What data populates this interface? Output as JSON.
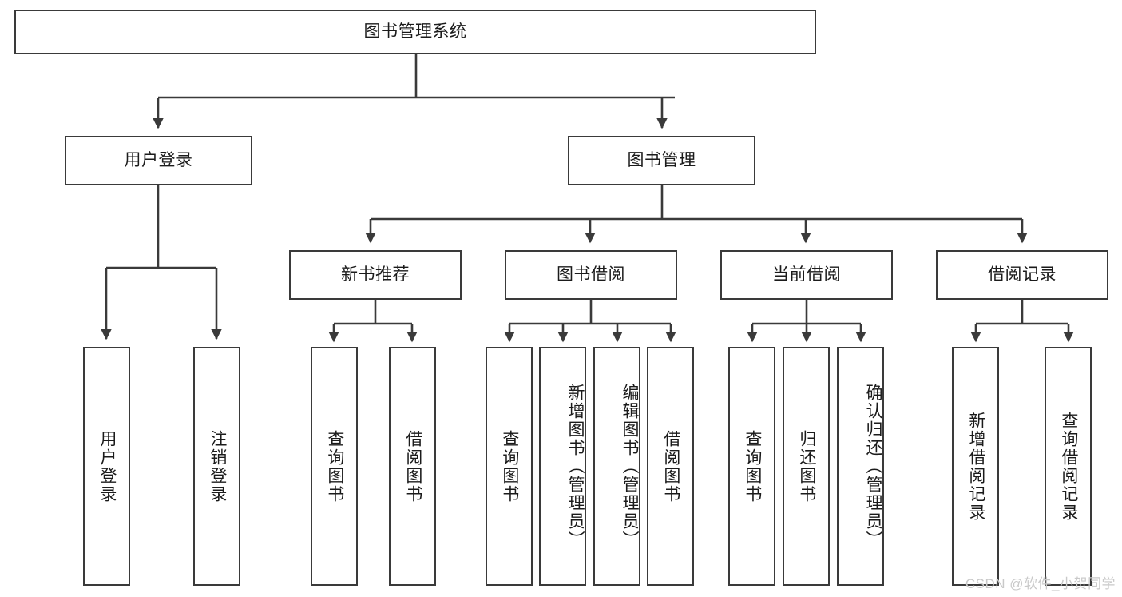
{
  "diagram": {
    "title": "图书管理系统",
    "type": "tree-hierarchy",
    "watermark": "CSDN @软件_小贺同学",
    "colors": {
      "box_border": "#3a3a3a",
      "box_fill": "#ffffff",
      "link": "#3a3a3a",
      "text": "#1b1b1b",
      "watermark": "#c9c9c9"
    },
    "root": {
      "label": "图书管理系统"
    },
    "level2": [
      {
        "id": "user-login",
        "label": "用户登录"
      },
      {
        "id": "book-manage",
        "label": "图书管理"
      }
    ],
    "level3": [
      {
        "id": "new-book-recommend",
        "label": "新书推荐"
      },
      {
        "id": "book-borrow",
        "label": "图书借阅"
      },
      {
        "id": "current-borrow",
        "label": "当前借阅"
      },
      {
        "id": "borrow-record",
        "label": "借阅记录"
      }
    ],
    "leaves": {
      "user_login": [
        {
          "id": "leaf-user-login",
          "label": "用户登录"
        },
        {
          "id": "leaf-logout-login",
          "label": "注销登录"
        }
      ],
      "new_book_recommend": [
        {
          "id": "leaf-query-book-1",
          "label": "查询图书"
        },
        {
          "id": "leaf-borrow-book-1",
          "label": "借阅图书"
        }
      ],
      "book_borrow": [
        {
          "id": "leaf-query-book-2",
          "label": "查询图书"
        },
        {
          "id": "leaf-add-book-admin",
          "label": "新增图书（管理员）"
        },
        {
          "id": "leaf-edit-book-admin",
          "label": "编辑图书（管理员）"
        },
        {
          "id": "leaf-borrow-book-2",
          "label": "借阅图书"
        }
      ],
      "current_borrow": [
        {
          "id": "leaf-query-book-3",
          "label": "查询图书"
        },
        {
          "id": "leaf-return-book",
          "label": "归还图书"
        },
        {
          "id": "leaf-confirm-return-admin",
          "label": "确认归还（管理员）"
        }
      ],
      "borrow_record": [
        {
          "id": "leaf-add-borrow-record",
          "label": "新增借阅记录"
        },
        {
          "id": "leaf-query-borrow-record",
          "label": "查询借阅记录"
        }
      ]
    }
  }
}
